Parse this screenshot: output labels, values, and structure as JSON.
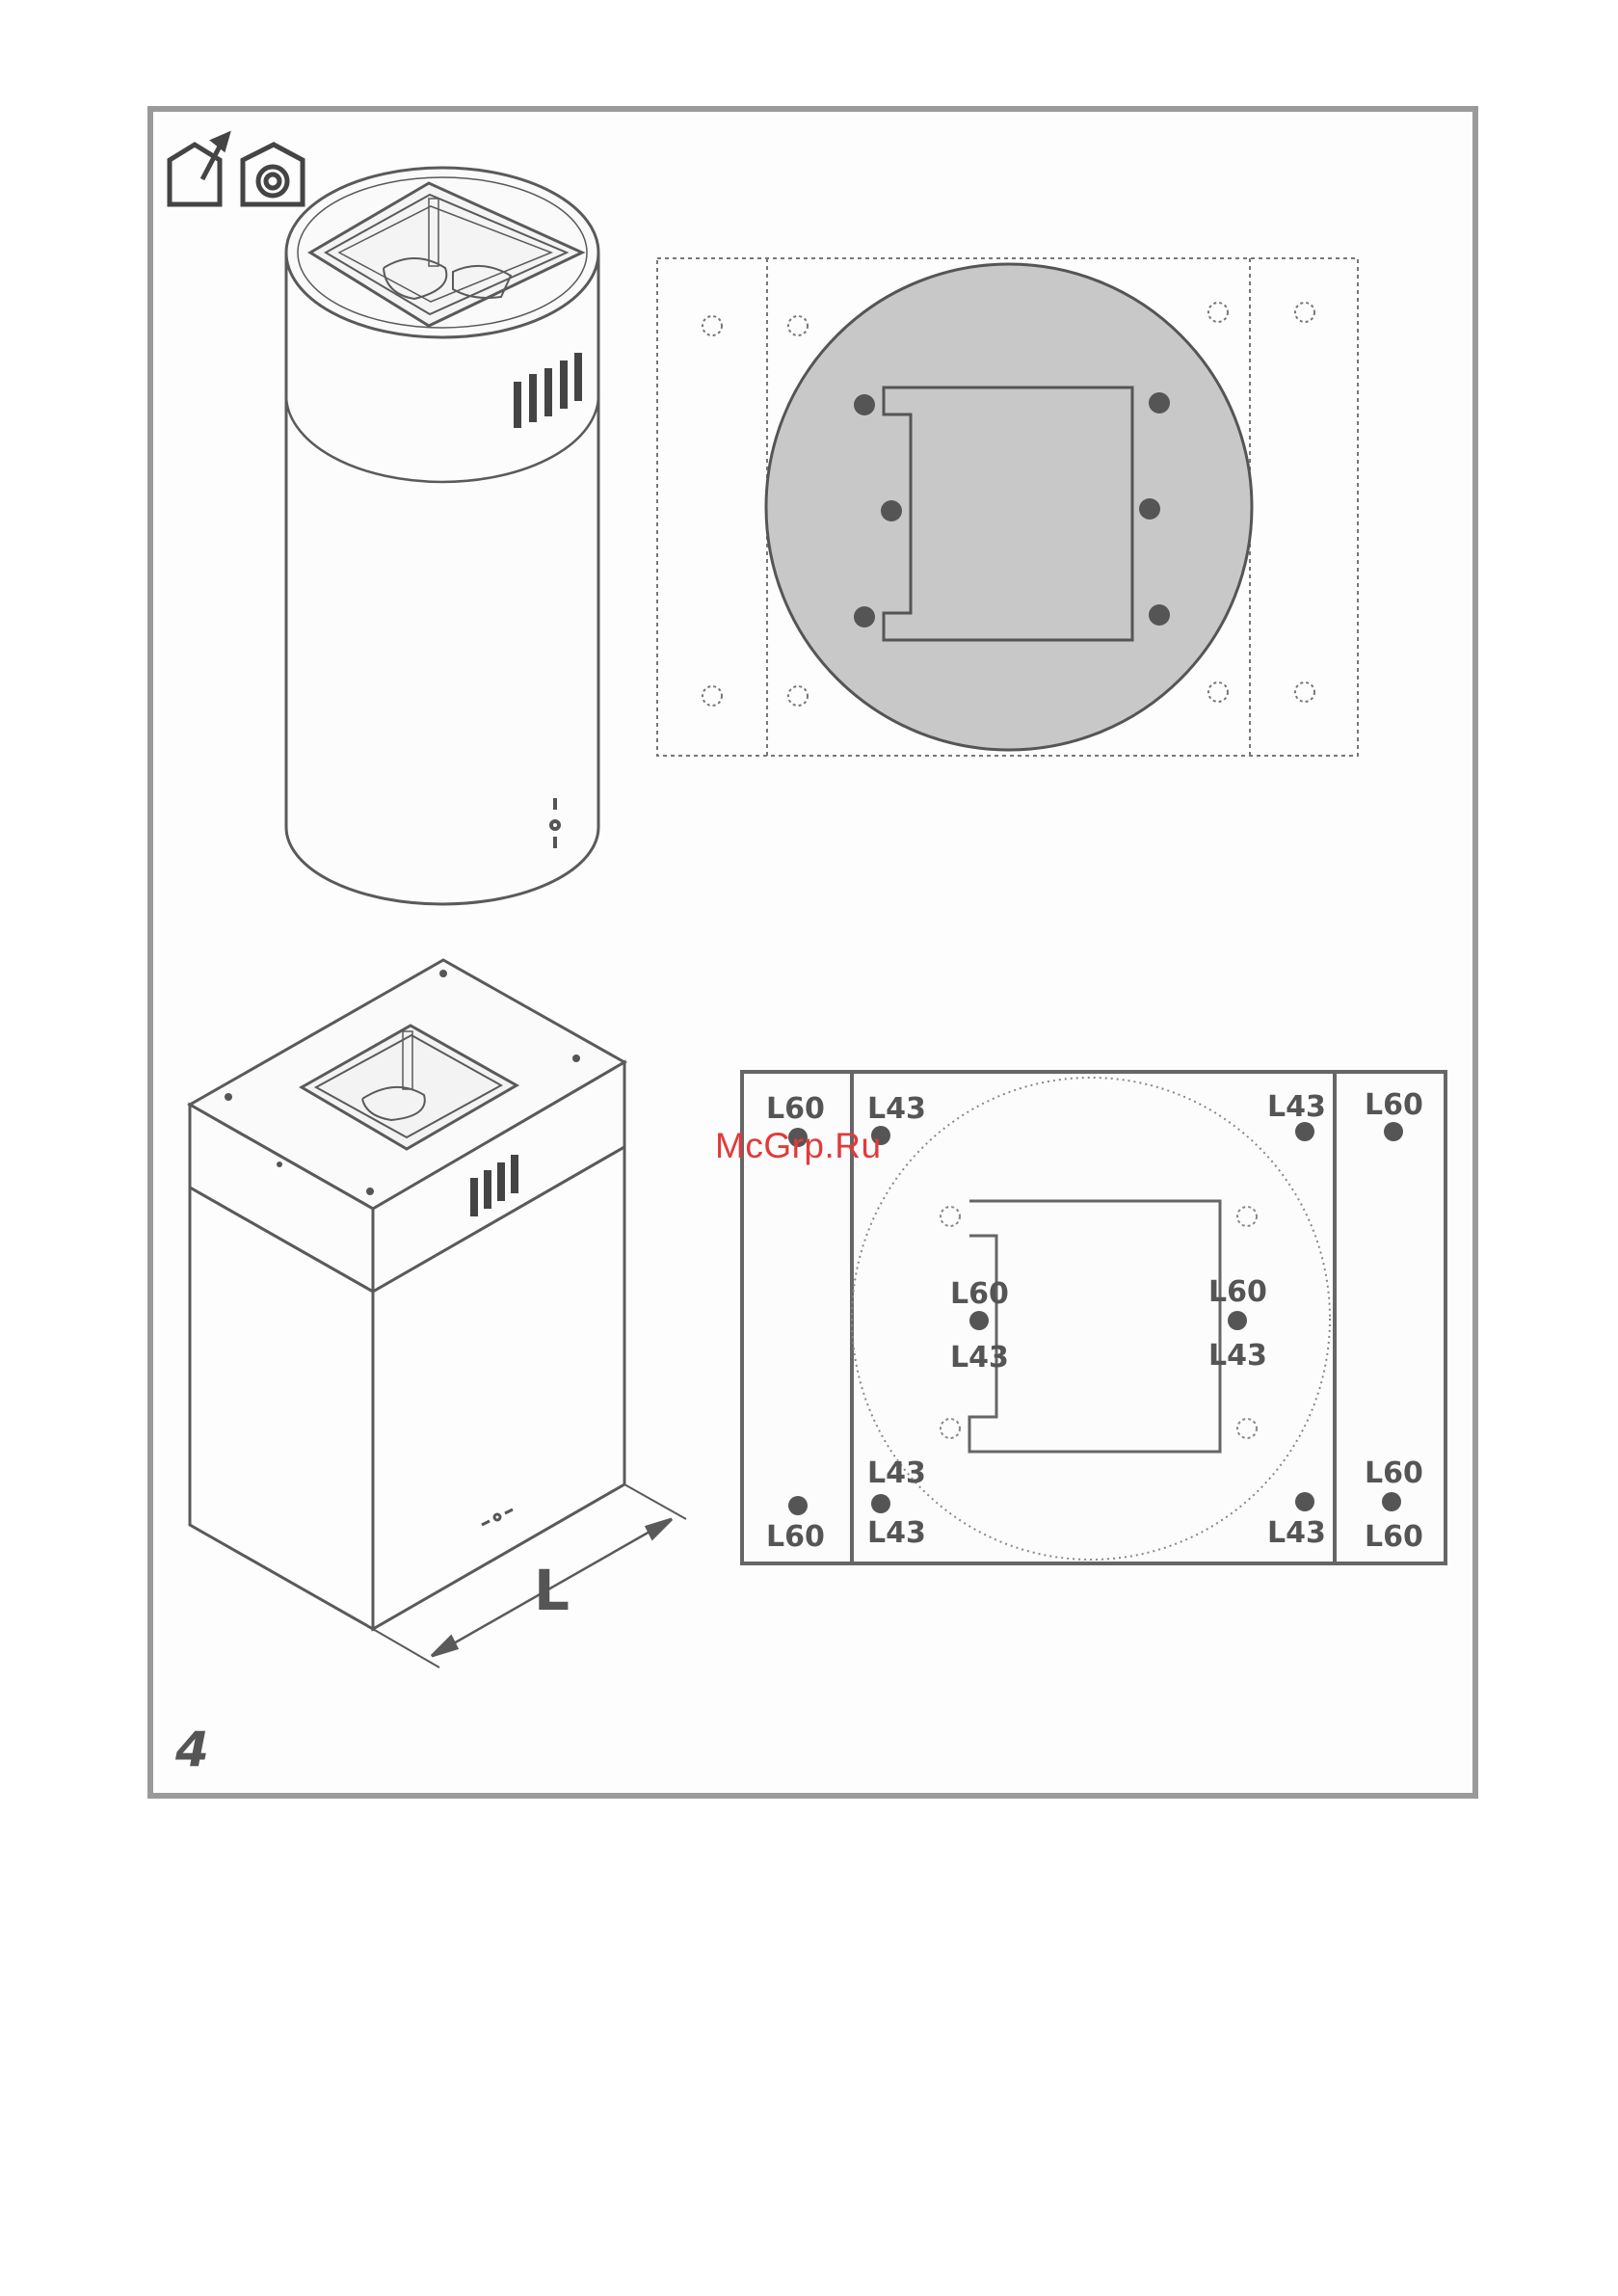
{
  "page": {
    "number": "4",
    "watermark": "McGrp.Ru"
  },
  "icons": {
    "ducted_mode": "house-chimney-icon",
    "recirculation_mode": "house-recirculation-icon"
  },
  "cabinet_plan": {
    "dimension_label": "L"
  },
  "template_plan": {
    "labels": {
      "tl_outer": "L60",
      "tl_inner": "L43",
      "tr_inner": "L43",
      "tr_outer": "L60",
      "mid_left_top": "L60",
      "mid_left_bottom": "L43",
      "mid_right_top": "L60",
      "mid_right_bottom": "L43",
      "bl_inner_top": "L43",
      "bl_outer": "L60",
      "bl_inner": "L43",
      "br_inner": "L43",
      "br_outer_top": "L60",
      "br_outer": "L60"
    }
  },
  "colors": {
    "line": "#5a5a5a",
    "disc_fill": "#c8c8c8",
    "frame_border": "#9a9a9a",
    "watermark": "#e23a3a"
  }
}
